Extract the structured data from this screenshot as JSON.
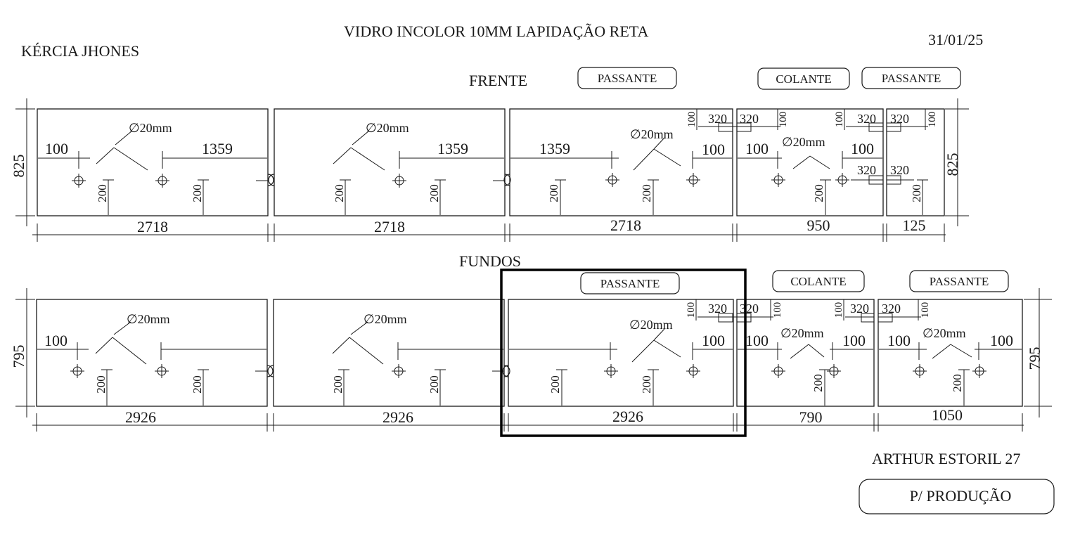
{
  "header": {
    "client": "KÉRCIA JHONES",
    "title": "VIDRO INCOLOR 10MM LAPIDAÇÃO RETA",
    "date": "31/01/25"
  },
  "sections": {
    "front": "FRENTE",
    "back": "FUNDOS"
  },
  "tags": {
    "passante": "PASSANTE",
    "colante": "COLANTE"
  },
  "hole_label": "∅20mm",
  "front_row": {
    "height": "825",
    "widths": [
      "2718",
      "2718",
      "2718",
      "950",
      "125"
    ],
    "dims": {
      "edge_100": "100",
      "span_1359": "1359",
      "offset_200": "200",
      "hinge_320": "320"
    }
  },
  "back_row": {
    "height": "795",
    "widths": [
      "2926",
      "2926",
      "2926",
      "790",
      "1050"
    ],
    "dims": {
      "edge_100": "100",
      "offset_200": "200",
      "hinge_320": "320"
    }
  },
  "footer": {
    "address": "ARTHUR ESTORIL 27",
    "status": "P/ PRODUÇÃO"
  }
}
